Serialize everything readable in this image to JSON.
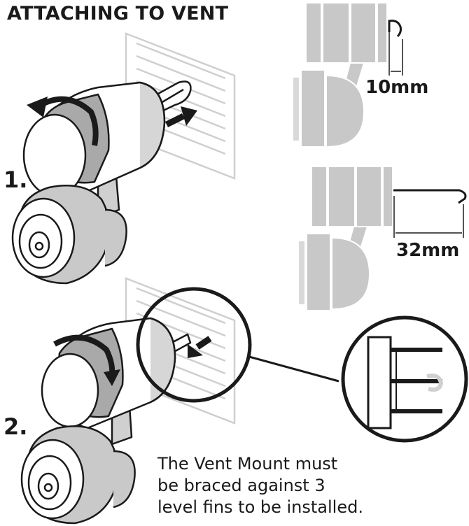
{
  "title": "ATTACHING TO VENT",
  "steps": {
    "step1": "1.",
    "step2": "2."
  },
  "measurements": {
    "short": "10mm",
    "long": "32mm"
  },
  "note": {
    "line1": "The Vent Mount must",
    "line2": "be braced against 3",
    "line3": "level fins to be installed."
  },
  "colors": {
    "ink": "#1a1a1a",
    "device_grey": "#c8c8c8",
    "band_grey": "#a9a9a9",
    "light_grey": "#d9d9d9"
  }
}
